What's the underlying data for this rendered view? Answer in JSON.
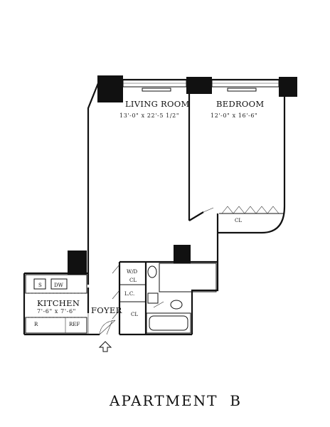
{
  "plan": {
    "title": "APARTMENT  B",
    "rooms": {
      "living_room": {
        "name": "LIVING ROOM",
        "dims": "13'-0\" x 22'-5 1/2\""
      },
      "bedroom": {
        "name": "BEDROOM",
        "dims": "12'-0\" x 16'-6\""
      },
      "kitchen": {
        "name": "KITCHEN",
        "dims": "7'-6\" x 7'-6\""
      },
      "foyer": {
        "name": "FOYER"
      }
    },
    "fixtures": {
      "sink": "S",
      "dishwasher": "DW",
      "range": "R",
      "refrigerator": "REF",
      "washer_dryer": "W/D",
      "washer_dryer_closet": "CL",
      "linen_closet": "L.C.",
      "foyer_closet": "CL",
      "bedroom_closet": "CL"
    }
  }
}
